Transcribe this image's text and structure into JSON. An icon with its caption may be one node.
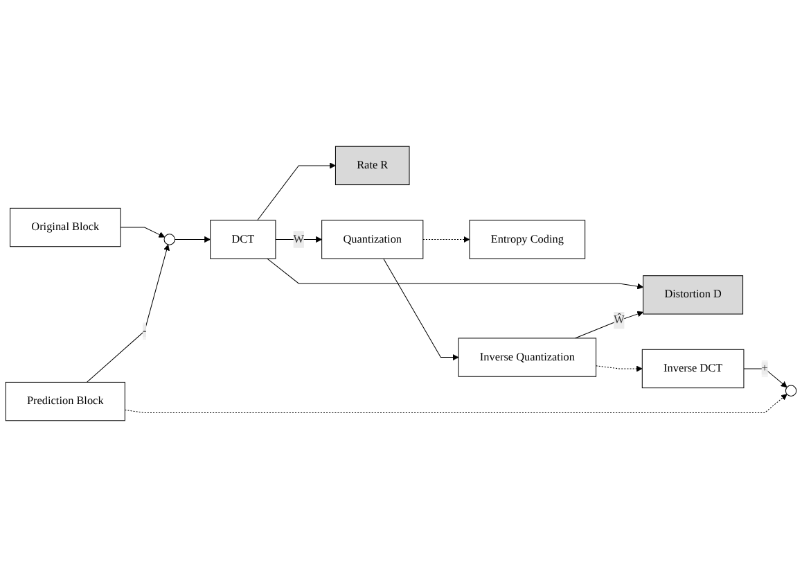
{
  "diagram": {
    "nodes": [
      {
        "text": [
          "Original Block"
        ]
      },
      {
        "text": [],
        "shape": "circle"
      },
      {
        "text": [
          "DCT"
        ]
      },
      {
        "text": [
          "Rate R"
        ]
      },
      {
        "text": [
          "Quantization"
        ]
      },
      {
        "text": [
          "Entropy Coding"
        ]
      },
      {
        "text": [
          "Inverse Quantization"
        ]
      },
      {
        "text": [
          "Distortion D"
        ]
      },
      {
        "text": [
          "Inverse DCT"
        ]
      },
      {
        "text": [
          "Prediction Block"
        ]
      },
      {
        "text": [],
        "shape": "circle"
      }
    ],
    "edges": [
      {
        "from": 0,
        "to": 1,
        "arrow": "to"
      },
      {
        "from": 1,
        "to": 2,
        "arrow": "to"
      },
      {
        "from": 2,
        "to": 4,
        "arrow": "to",
        "label": "W"
      },
      {
        "from": 2,
        "to": 3,
        "arrow": "to"
      },
      {
        "from": 2,
        "to": 7,
        "arrow": "to"
      },
      {
        "from": 4,
        "to": 5,
        "arrow": "to",
        "style": "dashed"
      },
      {
        "from": 4,
        "to": 6,
        "arrow": "to"
      },
      {
        "from": 6,
        "to": 7,
        "arrow": "to",
        "label": "Ŵ"
      },
      {
        "from": 6,
        "to": 8,
        "arrow": "to",
        "style": "dashed"
      },
      {
        "from": 8,
        "to": 10,
        "arrow": "to",
        "label": "+"
      },
      {
        "from": 9,
        "to": 1,
        "arrow": "to",
        "label": "-"
      },
      {
        "from": 9,
        "to": 10,
        "arrow": "to",
        "style": "dashed"
      }
    ]
  }
}
